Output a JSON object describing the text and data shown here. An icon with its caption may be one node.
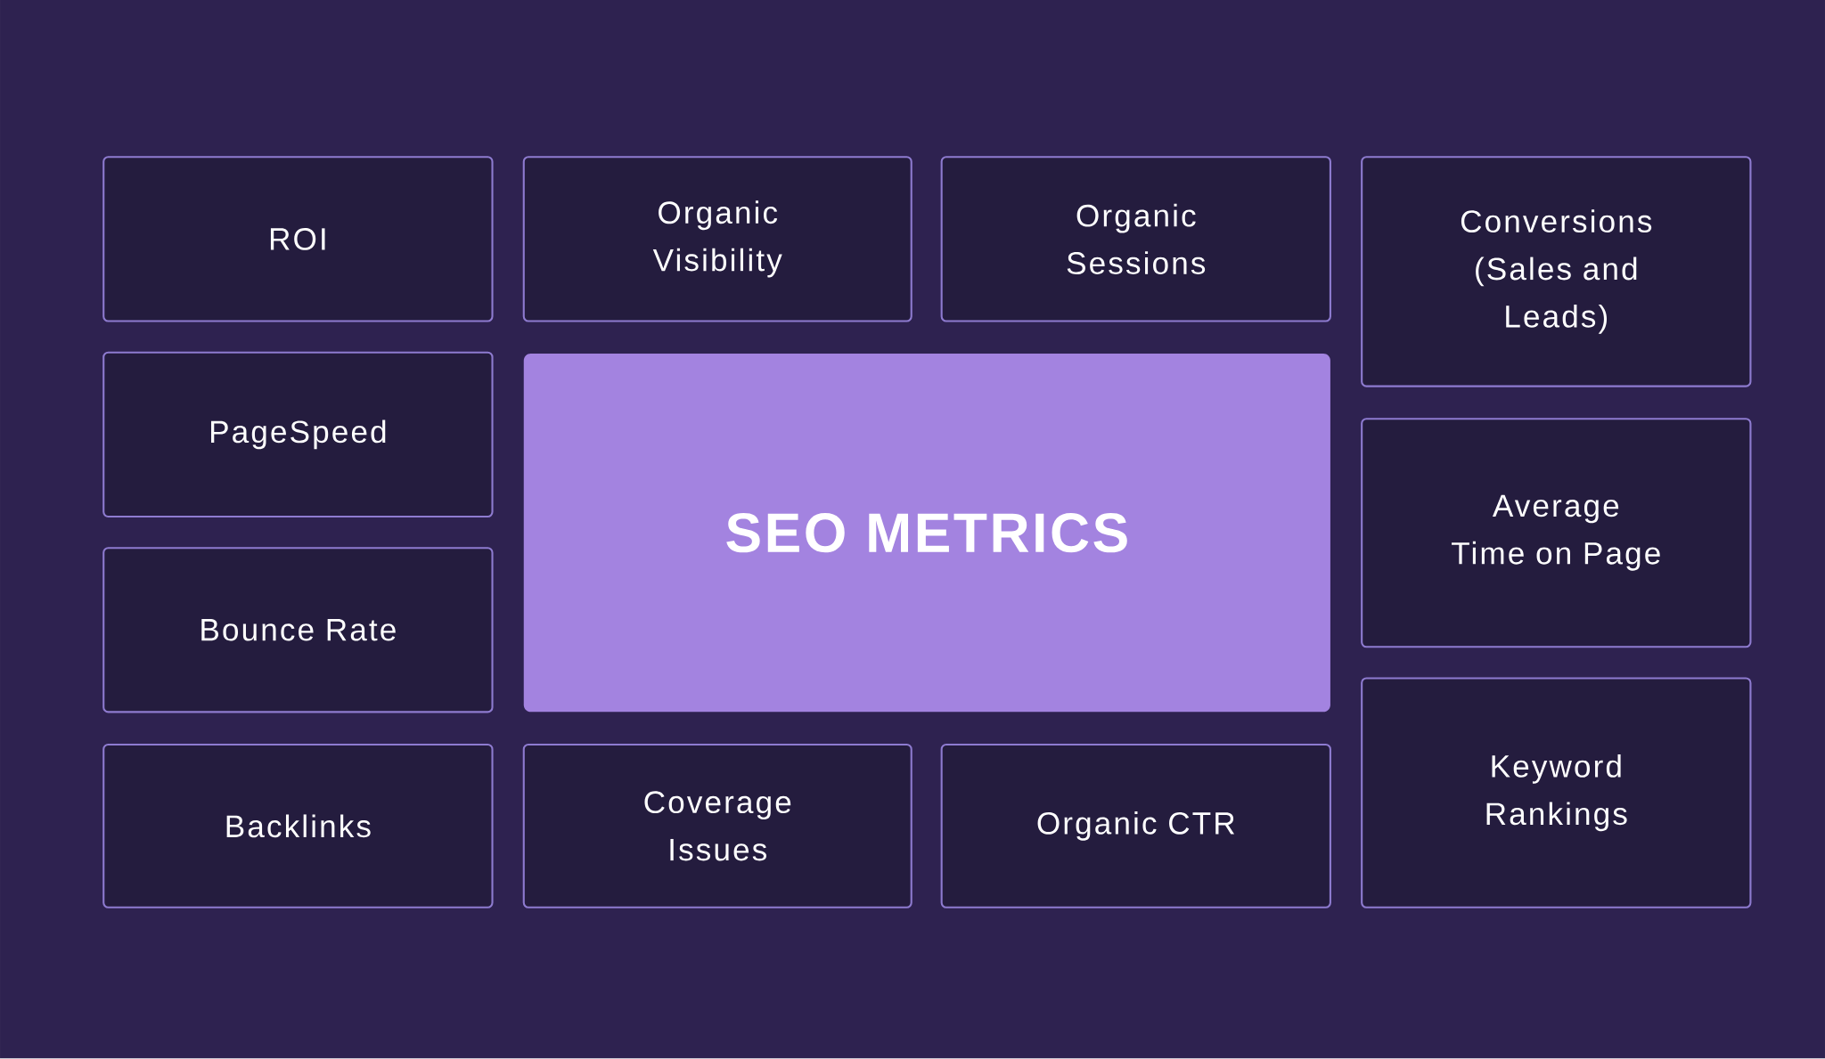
{
  "diagram": {
    "nodes": [
      {
        "text": [
          "ROI"
        ]
      },
      {
        "text": [
          "Organic Visibility"
        ]
      },
      {
        "text": [
          "Organic Sessions"
        ]
      },
      {
        "text": [
          "Conversions (Sales and Leads)"
        ]
      },
      {
        "text": [
          "PageSpeed"
        ]
      },
      {
        "text": [
          "SEO METRICS"
        ]
      },
      {
        "text": [
          "Bounce Rate"
        ]
      },
      {
        "text": [
          "Average Time on Page"
        ]
      },
      {
        "text": [
          "Backlinks"
        ]
      },
      {
        "text": [
          "Coverage Issues"
        ]
      },
      {
        "text": [
          "Organic CTR"
        ]
      },
      {
        "text": [
          "Keyword Rankings"
        ]
      }
    ]
  }
}
